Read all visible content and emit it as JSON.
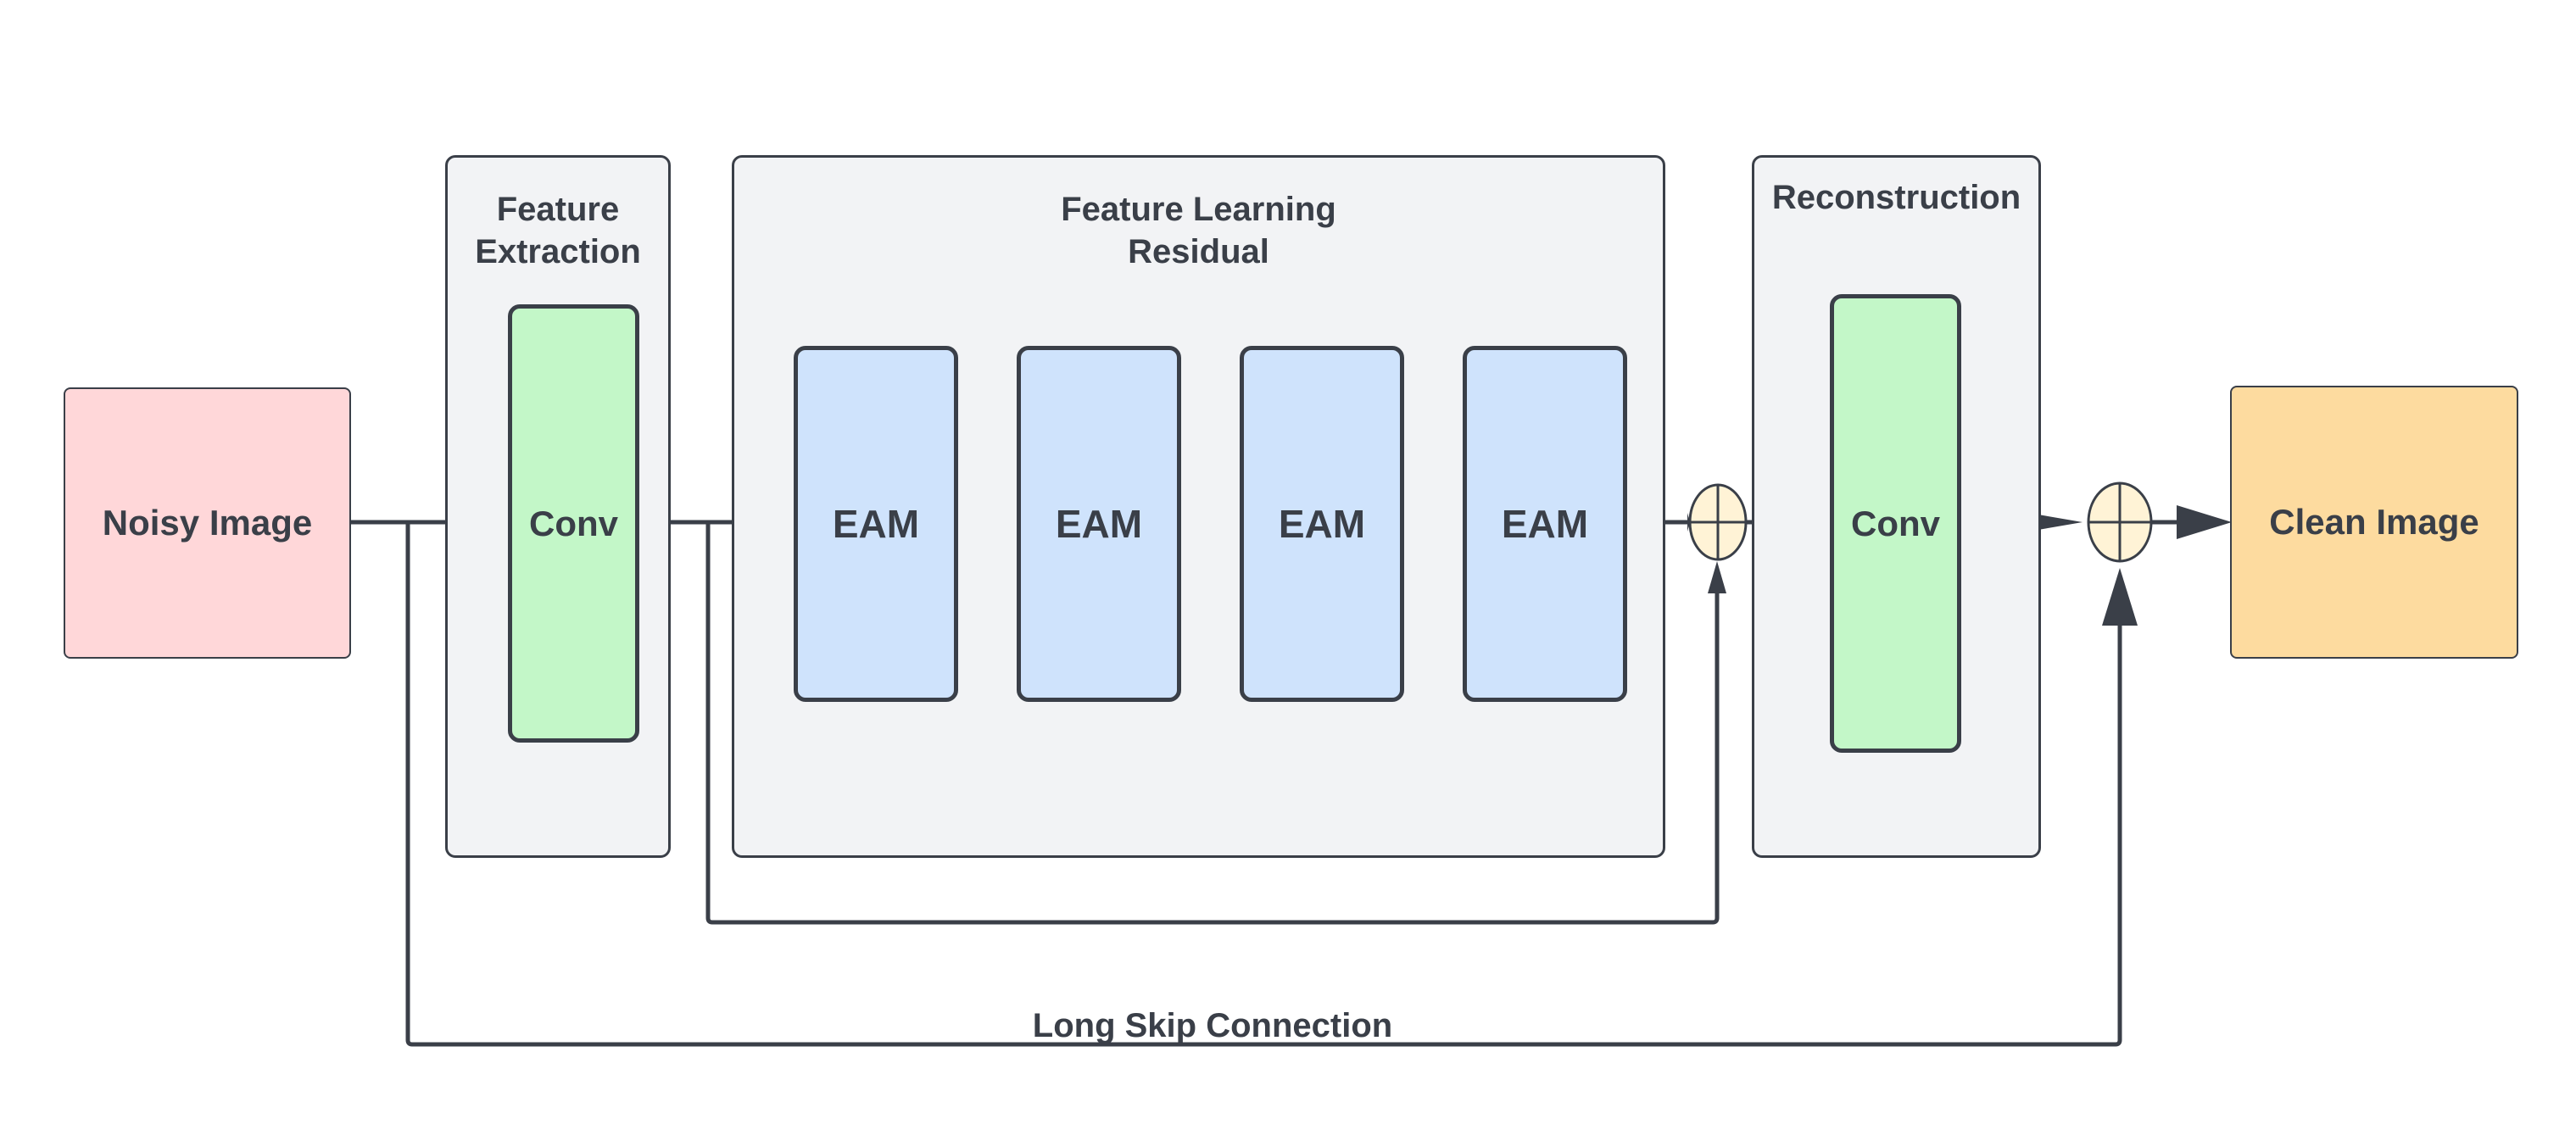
{
  "colors": {
    "stroke": "#3a3f48",
    "group_fill": "#f2f3f5",
    "noisy_fill": "#ffd7d9",
    "clean_fill": "#fddb9f",
    "conv_fill": "#c3f7c8",
    "eam_fill": "#cfe3fc",
    "sum_fill": "#fff3d6"
  },
  "input": {
    "label": "Noisy Image"
  },
  "output": {
    "label": "Clean Image"
  },
  "groups": {
    "feature_extraction": {
      "title": "Feature\nExtraction",
      "conv_label": "Conv"
    },
    "feature_learning": {
      "title": "Feature Learning\nResidual",
      "blocks": [
        "EAM",
        "EAM",
        "EAM",
        "EAM"
      ]
    },
    "reconstruction": {
      "title": "Reconstruction",
      "conv_label": "Conv"
    }
  },
  "connections": {
    "long_skip_label": "Long Skip Connection"
  },
  "icons": {
    "sum_node": "circle-plus-icon"
  }
}
